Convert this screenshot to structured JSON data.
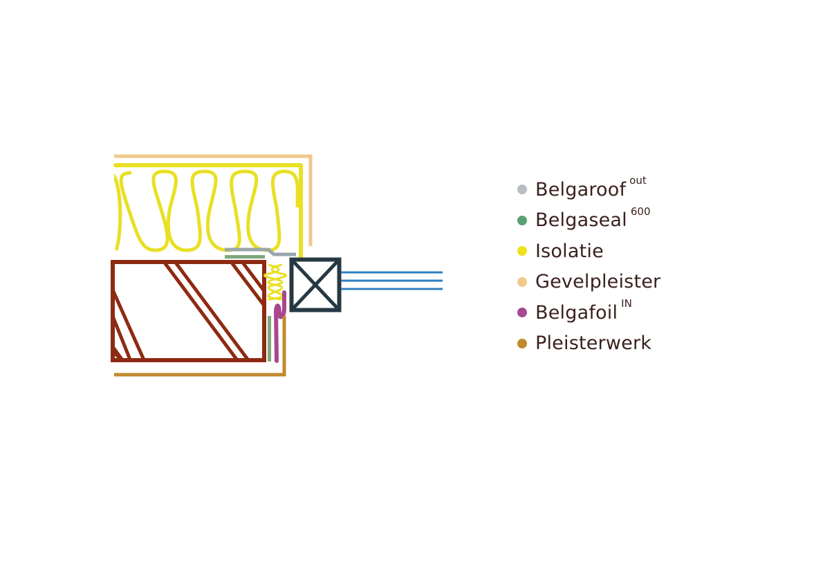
{
  "diagram": {
    "title": "Window connection detail with insulation",
    "components": {
      "gevelpleister": {
        "color": "#efc98a"
      },
      "isolatie": {
        "color": "#e8e023"
      },
      "brick": {
        "color": "#8e2a12"
      },
      "belgaroof": {
        "color": "#9aa5ad"
      },
      "belgaseal": {
        "color": "#7fa77c"
      },
      "belgafoil": {
        "color": "#a9478f"
      },
      "pleisterwerk": {
        "color": "#c08a2d"
      },
      "window_frame": {
        "color": "#263843"
      },
      "glazing": {
        "color": "#2d7fc0"
      }
    }
  },
  "legend": {
    "items": [
      {
        "label": "Belgaroof",
        "sup": "out",
        "color": "#b7bec5"
      },
      {
        "label": "Belgaseal",
        "sup": "600",
        "color": "#5aa271"
      },
      {
        "label": "Isolatie",
        "sup": "",
        "color": "#ede11e"
      },
      {
        "label": "Gevelpleister",
        "sup": "",
        "color": "#f0c98a"
      },
      {
        "label": "Belgafoil",
        "sup": "IN",
        "color": "#a64892"
      },
      {
        "label": "Pleisterwerk",
        "sup": "",
        "color": "#c08a2d"
      }
    ]
  }
}
